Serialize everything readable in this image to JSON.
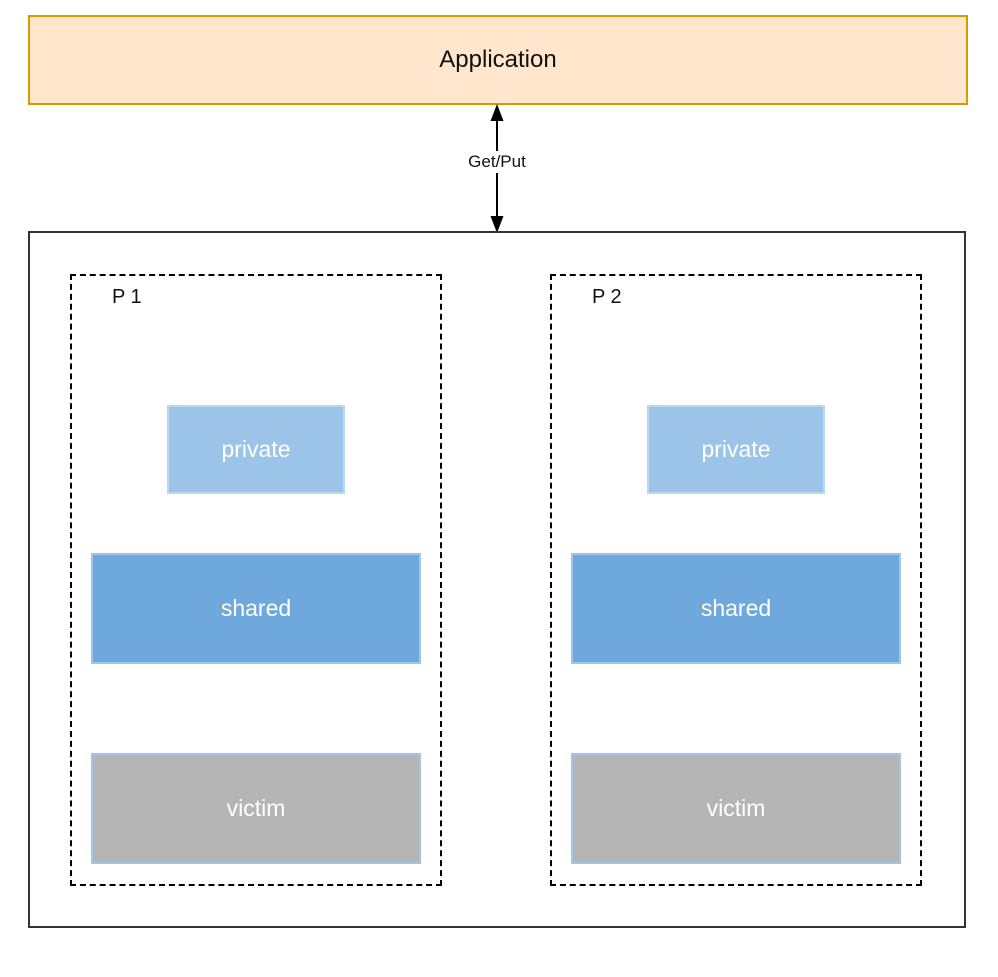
{
  "application": {
    "label": "Application"
  },
  "connector": {
    "label": "Get/Put",
    "style": "double-headed-vertical-arrow"
  },
  "memory": {
    "processes": [
      {
        "label": "P 1",
        "blocks": {
          "private": "private",
          "shared": "shared",
          "victim": "victim"
        }
      },
      {
        "label": "P 2",
        "blocks": {
          "private": "private",
          "shared": "shared",
          "victim": "victim"
        }
      }
    ]
  },
  "colors": {
    "application_fill": "#FFE6CC",
    "application_border": "#D79B00",
    "private_fill": "#9CC3E8",
    "shared_fill": "#6FA8DC",
    "victim_fill": "#B5B5B5",
    "block_border": "#9FC5E8",
    "block_text": "#FFFFFF",
    "outer_box_border": "#333333",
    "process_box_border": "#000000",
    "arrow_color": "#000000"
  }
}
